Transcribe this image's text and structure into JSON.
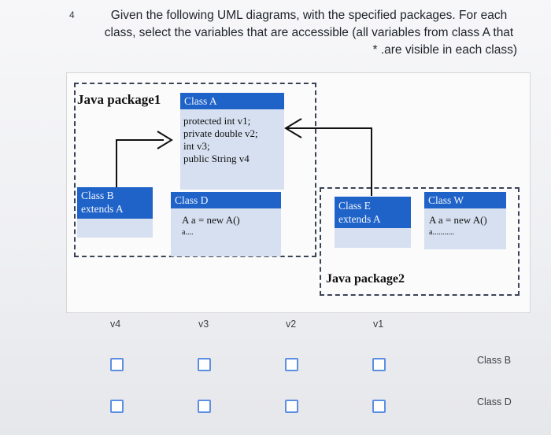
{
  "question": {
    "number": "4",
    "line1": "Given the following UML diagrams, with the specified packages. For each",
    "line2": "class, select the variables that are accessible (all variables from class A that",
    "line3": "* .are visible in each class)"
  },
  "diagram": {
    "package1": "Java package1",
    "package2": "Java package2",
    "classA": {
      "name": "Class A",
      "members": [
        "protected int v1;",
        "private double v2;",
        "int v3;",
        "public String v4"
      ]
    },
    "classB": {
      "name": "Class B",
      "ext": "extends A"
    },
    "classD": {
      "name": "Class D",
      "line1": "A a = new A()",
      "line2": "a...."
    },
    "classE": {
      "name": "Class E",
      "ext": "extends A"
    },
    "classW": {
      "name": "Class W",
      "line1": "A a = new A()",
      "line2": "a..........."
    }
  },
  "answer_grid": {
    "columns": [
      "v4",
      "v3",
      "v2",
      "v1"
    ],
    "rows": [
      {
        "label": "Class B",
        "checked": [
          false,
          false,
          false,
          false
        ]
      },
      {
        "label": "Class D",
        "checked": [
          false,
          false,
          false,
          false
        ]
      }
    ]
  }
}
